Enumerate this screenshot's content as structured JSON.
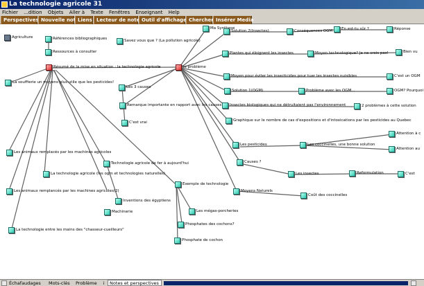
{
  "window": {
    "title": "La technologie agricole 31"
  },
  "menu": [
    "Fichier",
    "...dition",
    "Objets",
    "Aller à",
    "Texte",
    "Fenêtres",
    "Enseignant",
    "Help"
  ],
  "toolbar_tabs": [
    "Perspectives",
    "Nouvelle note",
    "Liens",
    "Lecteur de notes",
    "Outil d'affichage",
    "Chercher",
    "Insérer Media"
  ],
  "status_tabs": [
    "Échafaudages",
    "Mots-clés",
    "Problème",
    "Notes et perspectives"
  ],
  "nodes": [
    {
      "label": "Agriculture",
      "style": "doc"
    },
    {
      "label": "Références bibliographiques",
      "style": "teal"
    },
    {
      "label": "Ressources à consulter",
      "style": "teal"
    },
    {
      "label": "Savez vous que ? (La pollution agricole)",
      "style": "teal"
    },
    {
      "label": "Ma Synthese",
      "style": "teal"
    },
    {
      "label": "Solution 2(Insectes)",
      "style": "teal"
    },
    {
      "label": "Conséquences OGM",
      "style": "teal"
    },
    {
      "label": "En est-tu sûr ?",
      "style": "teal"
    },
    {
      "label": "Réponse",
      "style": "teal"
    },
    {
      "label": "Plantes qui éloignent les insectes",
      "style": "teal"
    },
    {
      "label": "Moyen technologique? Je ne crois pas!",
      "style": "teal"
    },
    {
      "label": "Bien vu",
      "style": "teal"
    },
    {
      "label": "Résumé de la mise en situation : la technologie agricole",
      "style": "red"
    },
    {
      "label": "le problème",
      "style": "red"
    },
    {
      "label": "La souffierie un moyens plus utile que les pesticides!",
      "style": "teal"
    },
    {
      "label": "Les 3 causes",
      "style": "teal"
    },
    {
      "label": "Moyen pour éviter les insecticides pour tuer les insectes nuisibles",
      "style": "teal"
    },
    {
      "label": "C'est un OGM",
      "style": "teal"
    },
    {
      "label": "Solution 1(OGM)",
      "style": "teal"
    },
    {
      "label": "Problème avec les OGM...",
      "style": "teal"
    },
    {
      "label": "OGM? Pourquoi",
      "style": "teal"
    },
    {
      "label": "Remarque importante en rapport avec les causes",
      "style": "teal"
    },
    {
      "label": "Insectes biologiques qui ne détruitaient pas l'environnement",
      "style": "teal"
    },
    {
      "label": "2 problèmes à cette solution",
      "style": "teal"
    },
    {
      "label": "C'est vrai",
      "style": "teal"
    },
    {
      "label": "Graphique sur le nombre de cas d'expositions et d'intoxications par les pesticides au Quebec",
      "style": "teal"
    },
    {
      "label": "Attention à c",
      "style": "teal"
    },
    {
      "label": "Les pesticides",
      "style": "teal"
    },
    {
      "label": "Les coccinelles, une bonne solution",
      "style": "teal"
    },
    {
      "label": "Attention au",
      "style": "teal"
    },
    {
      "label": "Les animaux remplacés par les machines agricoles",
      "style": "teal"
    },
    {
      "label": "Technologie agricole de fer à aujourd'hui",
      "style": "teal"
    },
    {
      "label": "Causes ?",
      "style": "teal"
    },
    {
      "label": "La technologie agricole (les ogm et technologies naturelles)",
      "style": "teal"
    },
    {
      "label": "Les insectes",
      "style": "teal"
    },
    {
      "label": "Reformulation",
      "style": "teal"
    },
    {
      "label": "C'est",
      "style": "teal"
    },
    {
      "label": "Exemple de technologie",
      "style": "teal"
    },
    {
      "label": "Les animaux remplancés par les machines agricoles(2)",
      "style": "teal"
    },
    {
      "label": "Moyens Naturels",
      "style": "teal"
    },
    {
      "label": "Coût des coccinelles",
      "style": "teal"
    },
    {
      "label": "Inventions des égyptiens",
      "style": "teal"
    },
    {
      "label": "Machinerie",
      "style": "teal"
    },
    {
      "label": "Les mégas-porcheries",
      "style": "teal"
    },
    {
      "label": "La technologie entre les mains des \"chasseur-cueilleurs\"",
      "style": "teal"
    },
    {
      "label": "Phosphates des cochons?",
      "style": "teal"
    },
    {
      "label": "Phosphate de cochon",
      "style": "teal"
    }
  ]
}
